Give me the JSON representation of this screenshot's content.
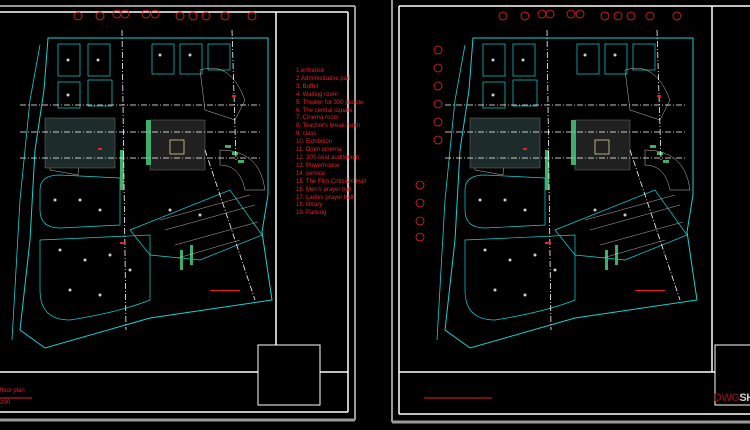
{
  "sheet_left": {
    "legend": [
      "1.entrance",
      "2.Administrative part",
      "3. Buffet",
      "4. Waiting room",
      "5. Theater for 300 people",
      "6. The central square",
      "7. Cinema room",
      "8. Teacher's break room",
      "9. class",
      "10. Exhibition",
      "11. Open cinema",
      "12. 200-seat auditorium",
      "13. Powerhouse",
      "14. service",
      "15. The Film Criticism Hall",
      "16. Men's prayer hall",
      "17. Ladies prayer hall",
      "18. library",
      "19. Parking"
    ],
    "title": "floor plan",
    "scale": "200"
  },
  "watermark": {
    "part1": "DWG",
    "part2": "SH"
  },
  "colors": {
    "background": "#000000",
    "outline": "#19d2d2",
    "annotation": "#e8202a",
    "frame": "#ffffff",
    "border": "#9a9a9a",
    "green": "#3fae6a"
  }
}
